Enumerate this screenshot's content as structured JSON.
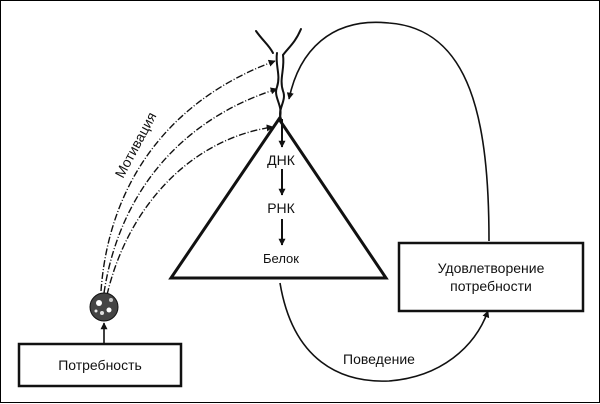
{
  "diagram": {
    "colors": {
      "ink": "#111111",
      "background": "#ffffff"
    },
    "labels": {
      "motivation": "Мотивация",
      "dna": "ДНК",
      "rna": "РНК",
      "protein": "Белок",
      "need": "Потребность",
      "satisfaction_line1": "Удовлетворение",
      "satisfaction_line2": "потребности",
      "behavior": "Поведение"
    }
  }
}
